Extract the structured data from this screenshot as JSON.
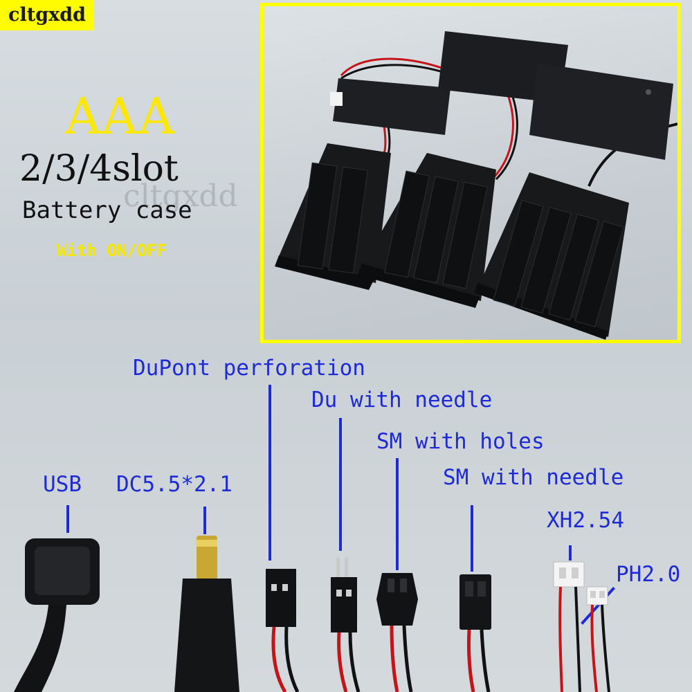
{
  "brand": {
    "text": "cltgxdd"
  },
  "headline": {
    "aaa": "AAA",
    "slots": "2/3/4slot",
    "product": "Battery case",
    "switch": "With ON/OFF"
  },
  "watermark": {
    "text": "cltgxdd"
  },
  "connectors": [
    {
      "id": "usb",
      "label": "USB"
    },
    {
      "id": "dc",
      "label": "DC5.5*2.1"
    },
    {
      "id": "dupont-perf",
      "label": "DuPont perforation"
    },
    {
      "id": "du-needle",
      "label": "Du with needle"
    },
    {
      "id": "sm-holes",
      "label": "SM with holes"
    },
    {
      "id": "sm-needle",
      "label": "SM with needle"
    },
    {
      "id": "xh",
      "label": "XH2.54"
    },
    {
      "id": "ph",
      "label": "PH2.0"
    }
  ],
  "colors": {
    "brand_bg": "#fffb00",
    "headline_yellow": "#ffe800",
    "frame": "#ffff00",
    "callout_blue": "#1d2ad6"
  }
}
